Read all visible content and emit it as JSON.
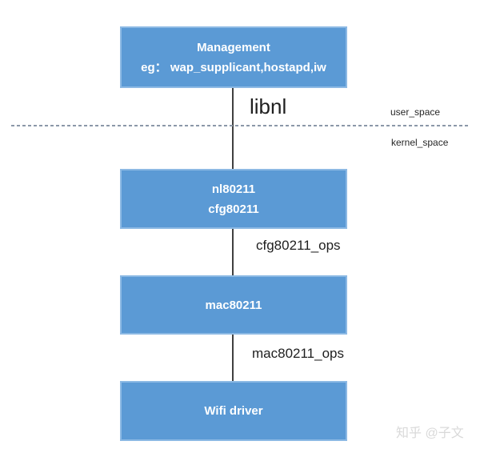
{
  "diagram": {
    "title_hint": "Linux wireless (WiFi) software stack diagram",
    "boxes": [
      {
        "id": "management",
        "lines": [
          "Management",
          "eg： wap_supplicant,hostapd,iw"
        ]
      },
      {
        "id": "nl80211-cfg80211",
        "lines": [
          "nl80211",
          "cfg80211"
        ]
      },
      {
        "id": "mac80211",
        "lines": [
          "mac80211"
        ]
      },
      {
        "id": "wifi-driver",
        "lines": [
          "Wifi driver"
        ]
      }
    ],
    "labels": {
      "libnl": "libnl",
      "user_space": "user_space",
      "kernel_space": "kernel_space",
      "cfg80211_ops": "cfg80211_ops",
      "mac80211_ops": "mac80211_ops"
    },
    "watermark": "知乎 @子文",
    "colors": {
      "box_fill": "#5b9ad5",
      "box_border": "#8cb9e4",
      "box_text": "#ffffff",
      "connector_line": "#404040",
      "boundary_dashed_line": "#8b98a8",
      "label_text": "#1f1f1f",
      "watermark_text": "#d9d9d9"
    }
  }
}
